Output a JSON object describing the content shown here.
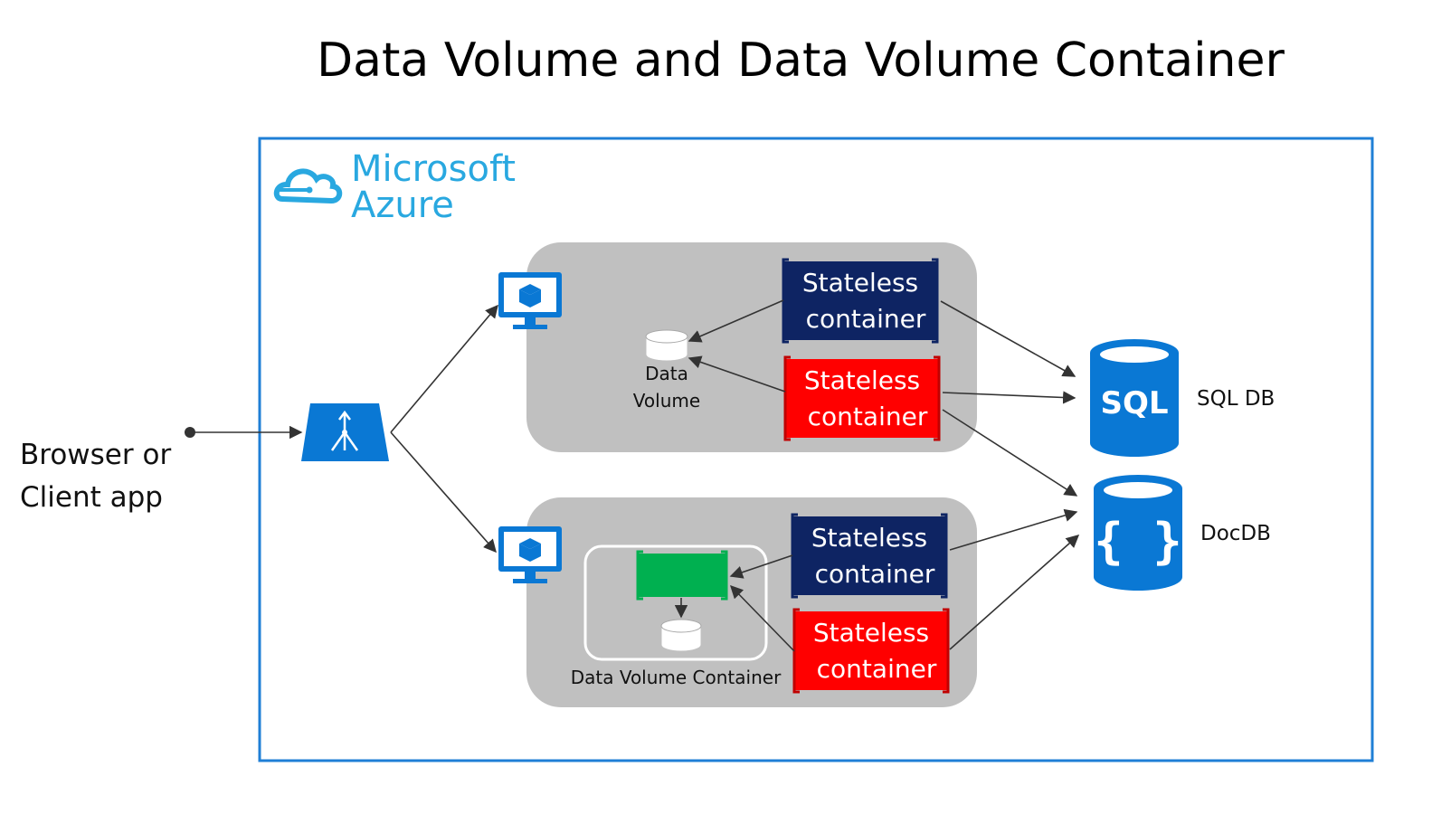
{
  "title": "Data Volume and Data Volume Container",
  "azure": {
    "line1": "Microsoft",
    "line2": "Azure",
    "icon": "cloud-icon",
    "color": "#29a8e0"
  },
  "client": {
    "line1": "Browser or",
    "line2": "Client app"
  },
  "load_balancer": {
    "icon": "load-balancer-icon",
    "color": "#0a78d4"
  },
  "vm_icon": "virtual-machine-icon",
  "top_host": {
    "data_volume": {
      "line1": "Data",
      "line2": "Volume"
    },
    "containers": [
      {
        "line1": "Stateless",
        "line2": "container",
        "color": "#0e2463"
      },
      {
        "line1": "Stateless",
        "line2": "container",
        "color": "#ff0000"
      }
    ]
  },
  "bottom_host": {
    "data_volume_container": {
      "label": "Data Volume Container",
      "color": "#00b050"
    },
    "containers": [
      {
        "line1": "Stateless",
        "line2": "container",
        "color": "#0e2463"
      },
      {
        "line1": "Stateless",
        "line2": "container",
        "color": "#ff0000"
      }
    ]
  },
  "databases": [
    {
      "label": "SQL DB",
      "glyph": "SQL",
      "icon": "sql-database-icon",
      "color": "#0a78d4"
    },
    {
      "label": "DocDB",
      "glyph": "{ }",
      "icon": "document-db-icon",
      "color": "#0a78d4"
    }
  ]
}
